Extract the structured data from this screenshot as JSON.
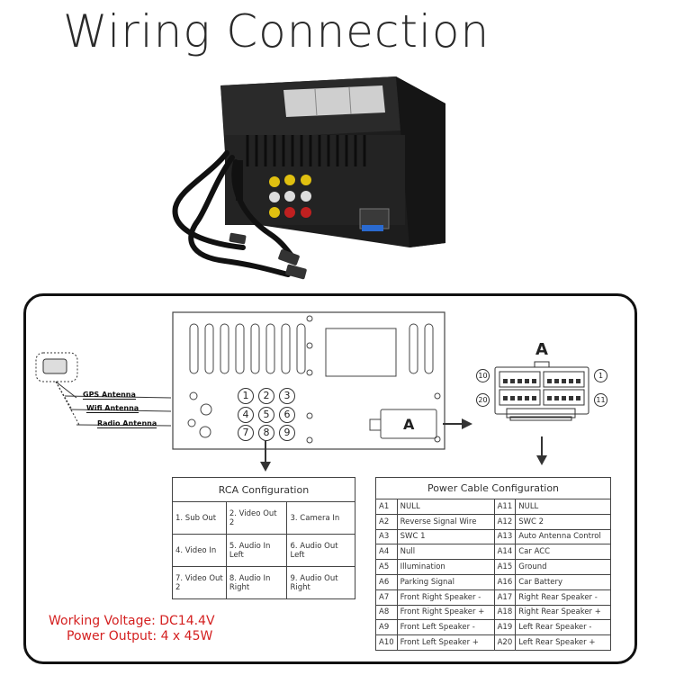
{
  "title": "Wiring Connection",
  "antennas": [
    "GPS Antenna",
    "Wifi Antenna",
    "Radio Antenna"
  ],
  "rca_numbers": [
    "1",
    "2",
    "3",
    "4",
    "5",
    "6",
    "7",
    "8",
    "9"
  ],
  "connector_label": "A",
  "connector_heading": "A",
  "pin_markers": [
    "10",
    "1",
    "20",
    "11"
  ],
  "rca": {
    "header": "RCA Configuration",
    "rows": [
      [
        "1. Sub Out",
        "2. Video Out 2",
        "3. Camera In"
      ],
      [
        "4. Video In",
        "5. Audio In Left",
        "6. Audio Out Left"
      ],
      [
        "7. Video Out 2",
        "8. Audio In Right",
        "9. Audio Out Right"
      ]
    ]
  },
  "power": {
    "header": "Power Cable Configuration",
    "rows": [
      [
        "A1",
        "NULL",
        "A11",
        "NULL"
      ],
      [
        "A2",
        "Reverse Signal Wire",
        "A12",
        "SWC 2"
      ],
      [
        "A3",
        "SWC 1",
        "A13",
        "Auto Antenna Control"
      ],
      [
        "A4",
        "Null",
        "A14",
        "Car ACC"
      ],
      [
        "A5",
        "Illumination",
        "A15",
        "Ground"
      ],
      [
        "A6",
        "Parking Signal",
        "A16",
        "Car Battery"
      ],
      [
        "A7",
        "Front Right Speaker -",
        "A17",
        "Right Rear Speaker -"
      ],
      [
        "A8",
        "Front Right Speaker +",
        "A18",
        "Right Rear Speaker +"
      ],
      [
        "A9",
        "Front Left Speaker -",
        "A19",
        "Left Rear Speaker -"
      ],
      [
        "A10",
        "Front Left Speaker +",
        "A20",
        "Left Rear Speaker +"
      ]
    ]
  },
  "specs": {
    "voltage": "Working Voltage: DC14.4V",
    "output": "Power Output: 4 x 45W"
  },
  "colors": {
    "spec_text": "#d42020",
    "unit_body": "#1e1e1e"
  }
}
